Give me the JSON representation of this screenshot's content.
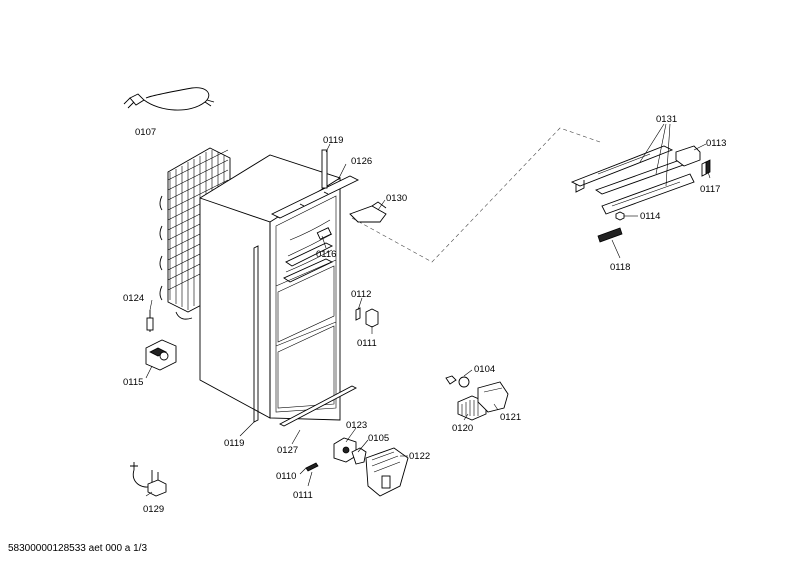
{
  "labels": {
    "p0107": "0107",
    "p0119a": "0119",
    "p0126": "0126",
    "p0130": "0130",
    "p0116": "0116",
    "p0124": "0124",
    "p0115": "0115",
    "p0112": "0112",
    "p0111a": "0111",
    "p0119b": "0119",
    "p0127": "0127",
    "p0123": "0123",
    "p0105": "0105",
    "p0110": "0110",
    "p0111b": "0111",
    "p0122": "0122",
    "p0129": "0129",
    "p0104": "0104",
    "p0121": "0121",
    "p0120": "0120",
    "p0131": "0131",
    "p0113": "0113",
    "p0117": "0117",
    "p0114": "0114",
    "p0118": "0118"
  },
  "footer": {
    "doc_id": "58300000128533 aet 000 a 1/3"
  }
}
